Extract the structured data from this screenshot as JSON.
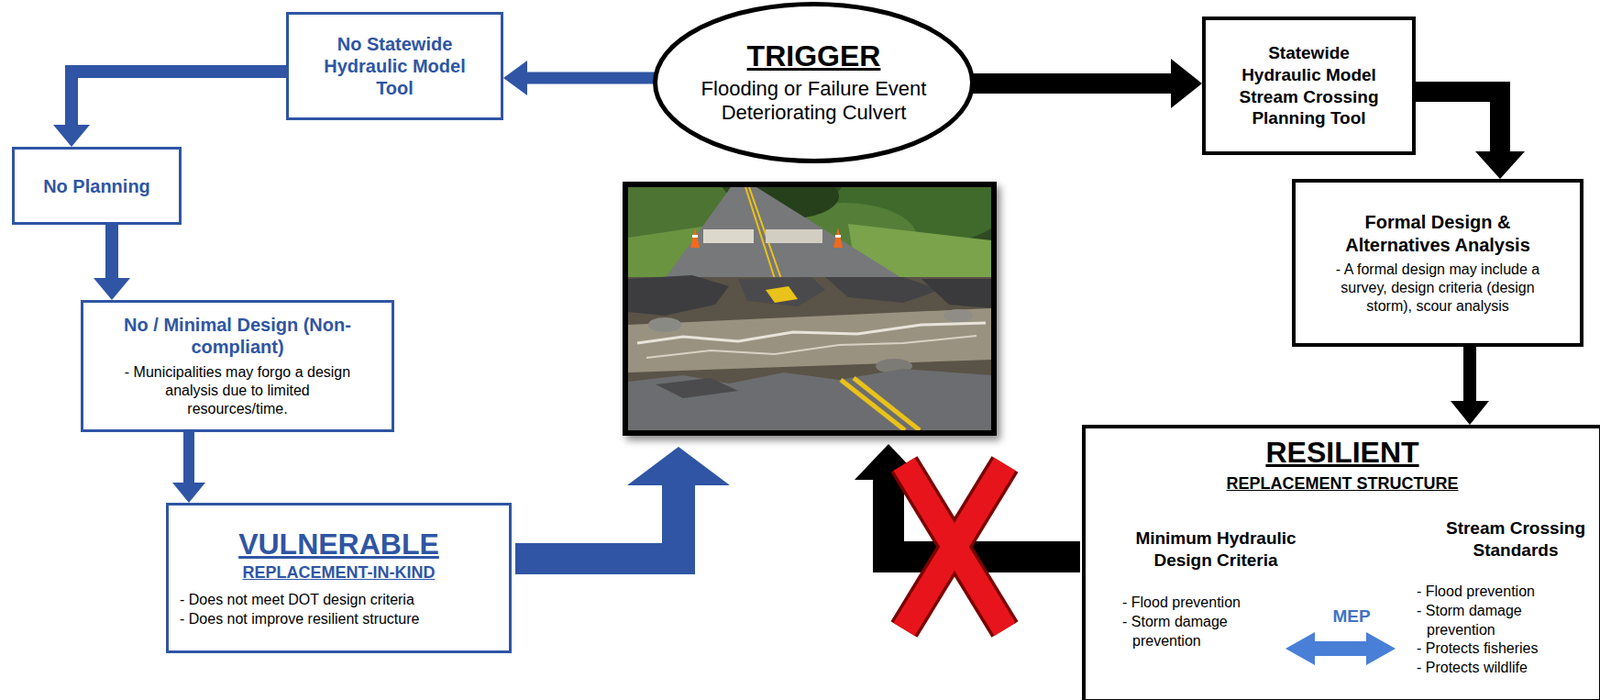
{
  "diagram": {
    "nodes": [
      {
        "text": [
          "TRIGGER",
          "Flooding or Failure Event Deteriorating Culvert"
        ]
      },
      {
        "text": [
          "No Statewide Hydraulic Model Tool"
        ]
      },
      {
        "text": [
          "No Planning"
        ]
      },
      {
        "text": [
          "No / Minimal Design (Non-compliant)",
          "- Municipalities may forgo a design analysis due to limited resources/time."
        ]
      },
      {
        "text": [
          "VULNERABLE",
          "REPLACEMENT-IN-KIND",
          "- Does not meet DOT design criteria",
          "- Does not improve resilient structure"
        ]
      },
      {
        "text": [
          "Statewide Hydraulic Model Stream Crossing Planning Tool"
        ]
      },
      {
        "text": [
          "Formal Design & Alternatives Analysis",
          "- A formal design may include a survey, design criteria (design storm), scour analysis"
        ]
      },
      {
        "text": [
          "RESILIENT",
          "REPLACEMENT STRUCTURE",
          "Minimum Hydraulic Design Criteria",
          "- Flood prevention",
          "- Storm damage prevention",
          "MEP",
          "Stream Crossing Standards",
          "- Flood prevention",
          "- Storm damage prevention",
          "- Protects fisheries",
          "- Protects wildlife"
        ]
      }
    ],
    "edges": [
      {
        "from": 0,
        "to": 1,
        "arrow": "to"
      },
      {
        "from": 1,
        "to": 2,
        "arrow": "to"
      },
      {
        "from": 2,
        "to": 3,
        "arrow": "to"
      },
      {
        "from": 3,
        "to": 4,
        "arrow": "to"
      },
      {
        "from": 0,
        "to": 5,
        "arrow": "to"
      },
      {
        "from": 5,
        "to": 6,
        "arrow": "to"
      },
      {
        "from": 6,
        "to": 7,
        "arrow": "to"
      }
    ]
  }
}
